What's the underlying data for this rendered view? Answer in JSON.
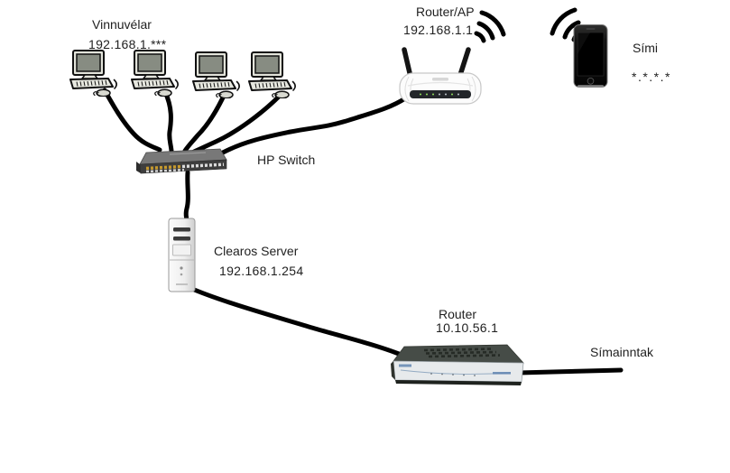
{
  "diagram": {
    "background": "#ffffff",
    "text_color": "#1f1f1f",
    "cable_color": "#000000"
  },
  "nodes": {
    "workstations": {
      "label": "Vinnuvélar",
      "ip": "192.168.1.***",
      "icon": "desktop-computer-icon",
      "count": 4
    },
    "router_ap": {
      "label": "Router/AP",
      "ip": "192.168.1.1",
      "icon": "wireless-router-icon"
    },
    "phone": {
      "label": "Sími",
      "ip": "*.*.*.*",
      "icon": "smartphone-icon"
    },
    "switch": {
      "label": "HP Switch",
      "icon": "network-switch-icon"
    },
    "server": {
      "label": "Clearos Server",
      "ip": "192.168.1.254",
      "icon": "tower-server-icon"
    },
    "router": {
      "label": "Router",
      "ip": "10.10.56.1",
      "icon": "dsl-router-icon"
    },
    "phone_line": {
      "label": "Símainntak"
    }
  },
  "connections": [
    {
      "from": "workstation-1",
      "to": "hp-switch",
      "type": "cable"
    },
    {
      "from": "workstation-2",
      "to": "hp-switch",
      "type": "cable"
    },
    {
      "from": "workstation-3",
      "to": "hp-switch",
      "type": "cable"
    },
    {
      "from": "workstation-4",
      "to": "hp-switch",
      "type": "cable"
    },
    {
      "from": "hp-switch",
      "to": "router-ap",
      "type": "cable"
    },
    {
      "from": "hp-switch",
      "to": "clearos-server",
      "type": "cable"
    },
    {
      "from": "clearos-server",
      "to": "router",
      "type": "cable"
    },
    {
      "from": "router",
      "to": "simainntak",
      "type": "cable"
    },
    {
      "from": "router-ap",
      "to": "phone",
      "type": "wireless"
    }
  ]
}
